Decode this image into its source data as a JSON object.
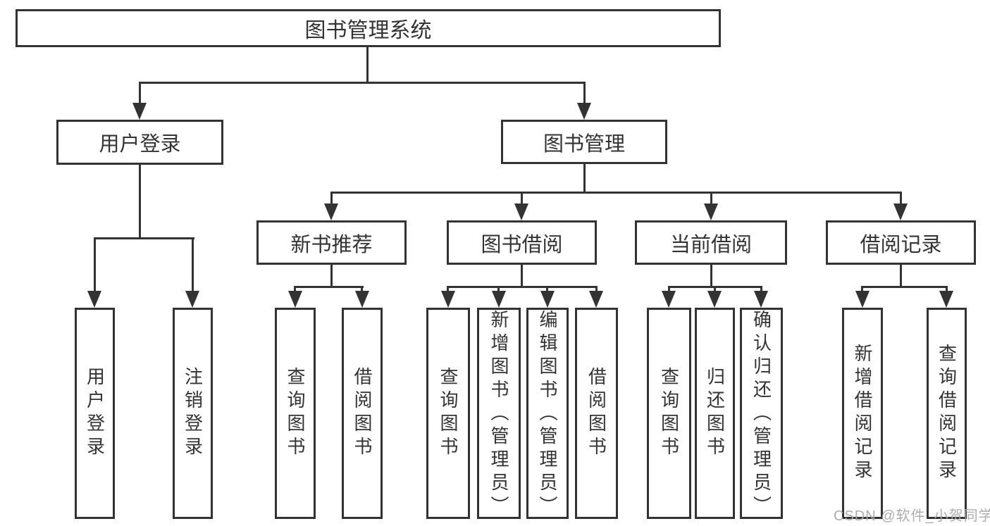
{
  "tree": {
    "root": {
      "label": "图书管理系统"
    },
    "branches": [
      {
        "label": "用户登录",
        "children": [
          "用户登录",
          "注销登录"
        ]
      },
      {
        "label": "图书管理",
        "sections": [
          {
            "label": "新书推荐",
            "children": [
              "查询图书",
              "借阅图书"
            ]
          },
          {
            "label": "图书借阅",
            "children": [
              "查询图书",
              "新增图书（管理员）",
              "编辑图书（管理员）",
              "借阅图书"
            ]
          },
          {
            "label": "当前借阅",
            "children": [
              "查询图书",
              "归还图书",
              "确认归还（管理员）"
            ]
          },
          {
            "label": "借阅记录",
            "children": [
              "新增借阅记录",
              "查询借阅记录"
            ]
          }
        ]
      }
    ]
  },
  "watermark": {
    "text": "CSDN @软件_小贺同学"
  },
  "colors": {
    "line": "#333333",
    "text": "#333333",
    "watermark": "#a9a9a9",
    "background": "#ffffff"
  }
}
